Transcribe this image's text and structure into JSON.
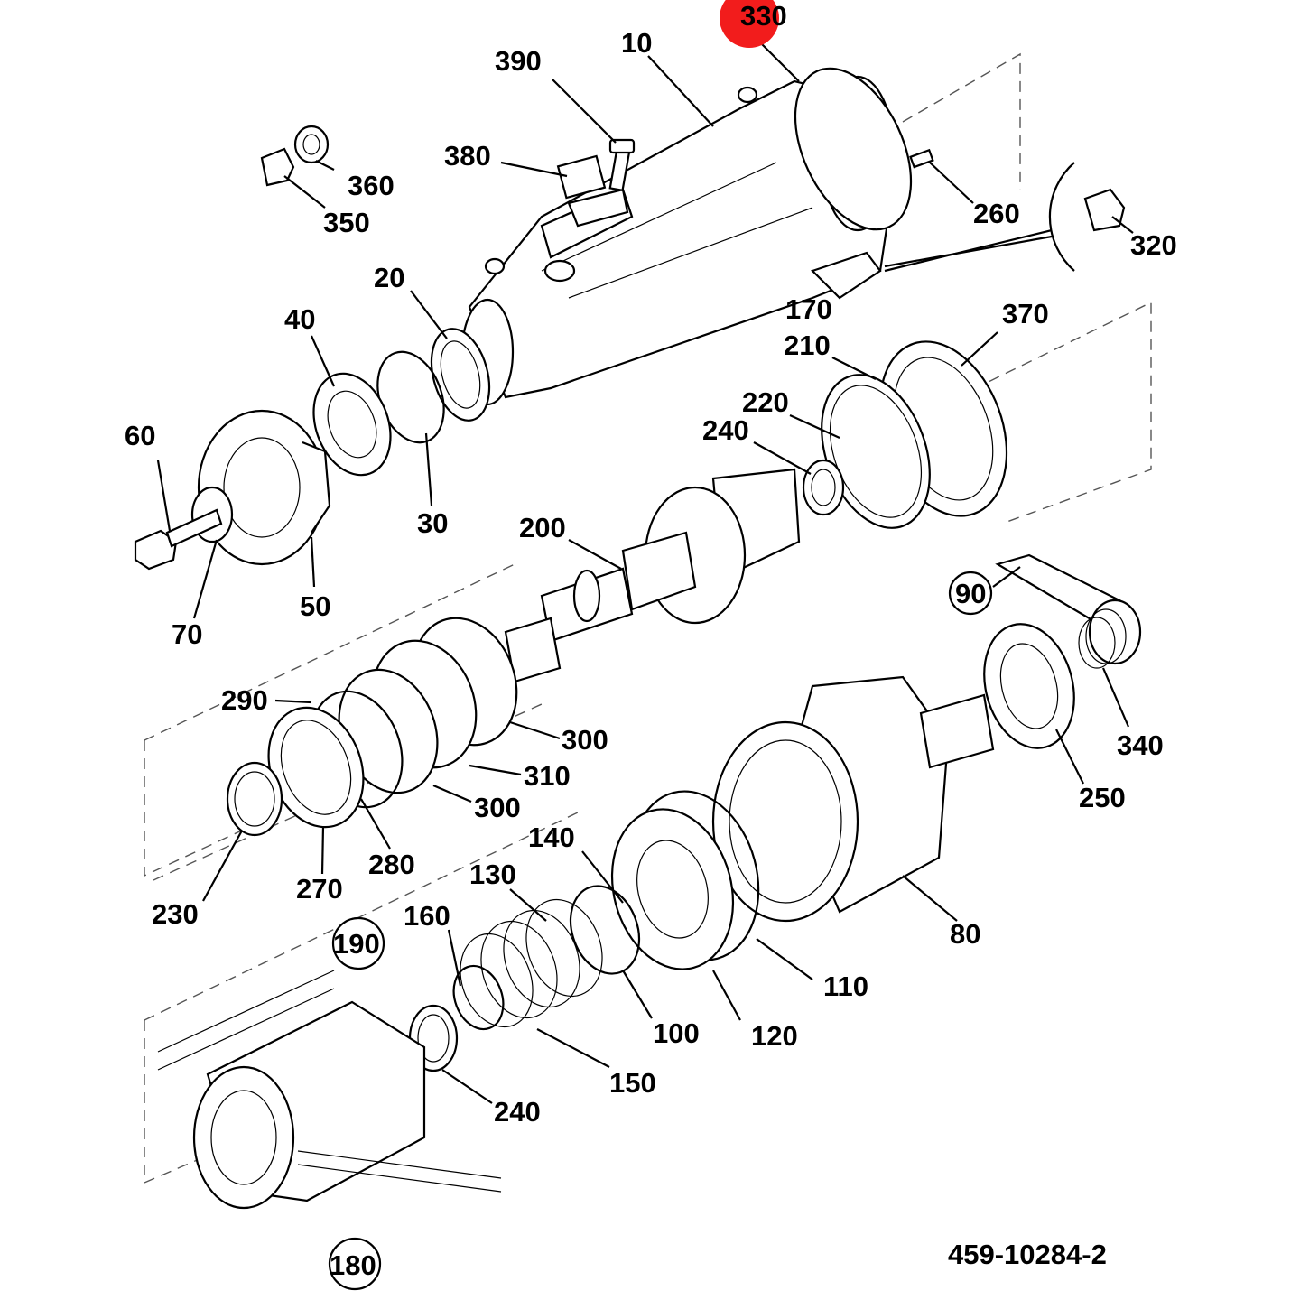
{
  "diagram": {
    "drawing_number": "459-10284-2",
    "highlight_color": "#f21c1c",
    "highlighted_part": "330",
    "parts": [
      {
        "id": "p10",
        "label": "10"
      },
      {
        "id": "p20",
        "label": "20"
      },
      {
        "id": "p30",
        "label": "30"
      },
      {
        "id": "p40",
        "label": "40"
      },
      {
        "id": "p50",
        "label": "50"
      },
      {
        "id": "p60",
        "label": "60"
      },
      {
        "id": "p70",
        "label": "70"
      },
      {
        "id": "p80",
        "label": "80"
      },
      {
        "id": "p90",
        "label": "90"
      },
      {
        "id": "p100",
        "label": "100"
      },
      {
        "id": "p110",
        "label": "110"
      },
      {
        "id": "p120",
        "label": "120"
      },
      {
        "id": "p130",
        "label": "130"
      },
      {
        "id": "p140",
        "label": "140"
      },
      {
        "id": "p150",
        "label": "150"
      },
      {
        "id": "p160",
        "label": "160"
      },
      {
        "id": "p170",
        "label": "170"
      },
      {
        "id": "p180",
        "label": "180"
      },
      {
        "id": "p190",
        "label": "190"
      },
      {
        "id": "p200",
        "label": "200"
      },
      {
        "id": "p210",
        "label": "210"
      },
      {
        "id": "p220",
        "label": "220"
      },
      {
        "id": "p230",
        "label": "230"
      },
      {
        "id": "p240a",
        "label": "240"
      },
      {
        "id": "p240b",
        "label": "240"
      },
      {
        "id": "p250",
        "label": "250"
      },
      {
        "id": "p260",
        "label": "260"
      },
      {
        "id": "p270",
        "label": "270"
      },
      {
        "id": "p280",
        "label": "280"
      },
      {
        "id": "p290",
        "label": "290"
      },
      {
        "id": "p300a",
        "label": "300"
      },
      {
        "id": "p300b",
        "label": "300"
      },
      {
        "id": "p310",
        "label": "310"
      },
      {
        "id": "p320",
        "label": "320"
      },
      {
        "id": "p330",
        "label": "330"
      },
      {
        "id": "p340",
        "label": "340"
      },
      {
        "id": "p350",
        "label": "350"
      },
      {
        "id": "p360",
        "label": "360"
      },
      {
        "id": "p370",
        "label": "370"
      },
      {
        "id": "p380",
        "label": "380"
      },
      {
        "id": "p390",
        "label": "390"
      }
    ]
  }
}
